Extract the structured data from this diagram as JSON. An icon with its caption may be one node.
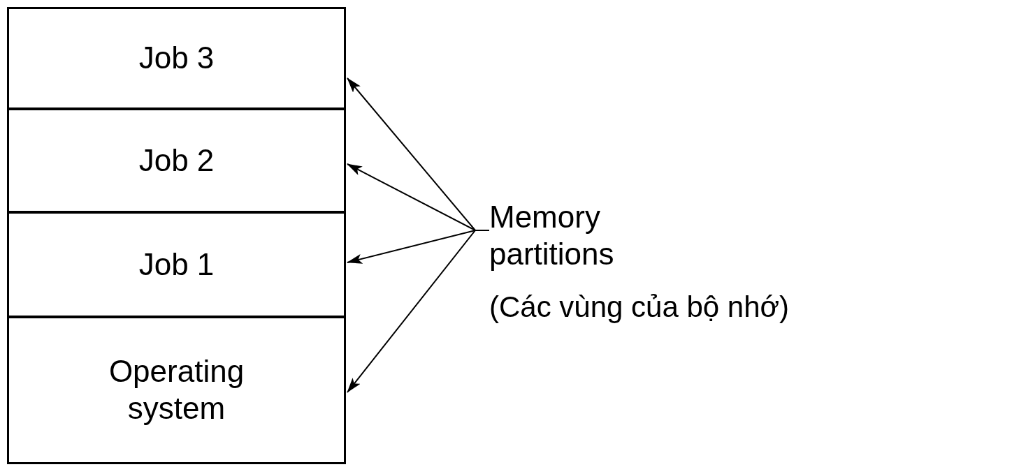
{
  "diagram": {
    "nodes": [
      {
        "text": [
          "Job 3"
        ]
      },
      {
        "text": [
          "Job 2"
        ]
      },
      {
        "text": [
          "Job 1"
        ]
      },
      {
        "text": [
          "Operating system"
        ]
      },
      {
        "text": [
          "Memory partitions",
          "(Các vùng của bộ nhớ)"
        ]
      }
    ],
    "edges": [
      {
        "from": 4,
        "to": 0,
        "arrow": "to"
      },
      {
        "from": 4,
        "to": 1,
        "arrow": "to"
      },
      {
        "from": 4,
        "to": 2,
        "arrow": "to"
      },
      {
        "from": 4,
        "to": 3,
        "arrow": "to"
      }
    ]
  }
}
